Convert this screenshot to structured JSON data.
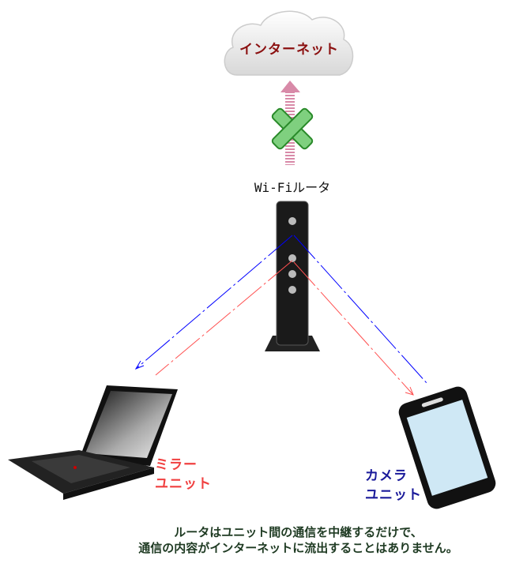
{
  "internet": {
    "label": "インターネット"
  },
  "router": {
    "label": "Wi-Fiルータ"
  },
  "mirror_unit": {
    "line1": "ミラー",
    "line2": "ユニット"
  },
  "camera_unit": {
    "line1": "カメラ",
    "line2": "ユニット"
  },
  "note": {
    "line1": "ルータはユニット間の通信を中継するだけで、",
    "line2": "通信の内容がインターネットに流出することはありません。"
  },
  "colors": {
    "blue_link": "#0000ff",
    "red_link": "#ff5050",
    "blocked_x": "#6cc86c",
    "arrow": "#d88aa8"
  }
}
